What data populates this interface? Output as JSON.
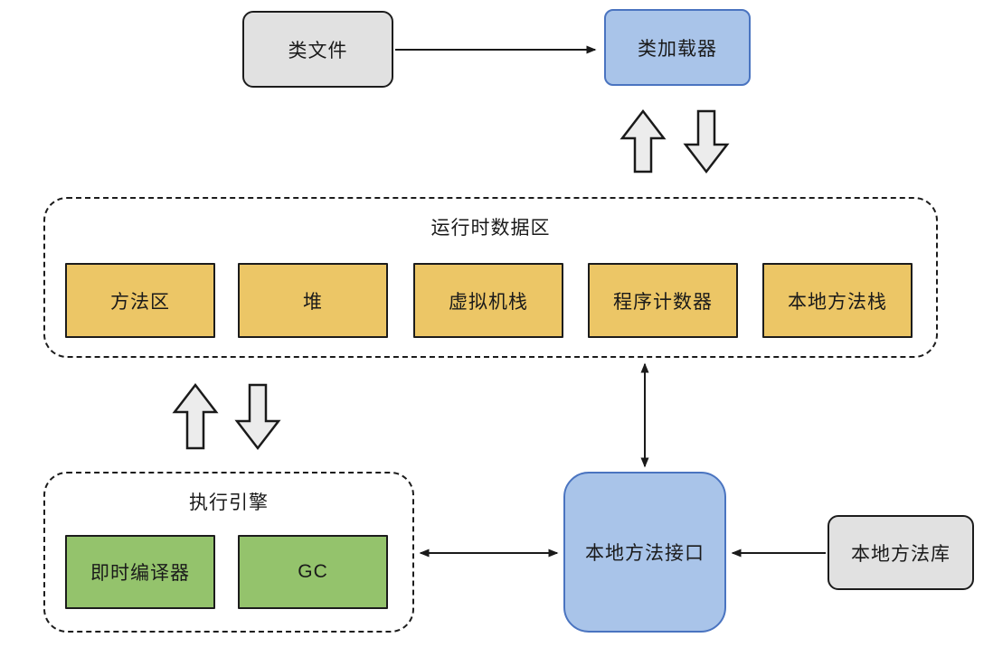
{
  "diagram": {
    "class_file": {
      "label": "类文件"
    },
    "class_loader": {
      "label": "类加载器"
    },
    "runtime_data_area": {
      "title": "运行时数据区",
      "boxes": [
        {
          "label": "方法区"
        },
        {
          "label": "堆"
        },
        {
          "label": "虚拟机栈"
        },
        {
          "label": "程序计数器"
        },
        {
          "label": "本地方法栈"
        }
      ]
    },
    "execution_engine": {
      "title": "执行引擎",
      "boxes": [
        {
          "label": "即时编译器"
        },
        {
          "label": "GC"
        }
      ]
    },
    "native_method_interface": {
      "label": "本地方法接口"
    },
    "native_method_library": {
      "label": "本地方法库"
    },
    "colors": {
      "gray_fill": "#e1e1e1",
      "blue_fill": "#a9c4e9",
      "blue_border": "#4a74c0",
      "yellow_fill": "#ecc666",
      "green_fill": "#94c36c",
      "arrow_fill": "#ececec",
      "line_color": "#1a1a1a"
    }
  }
}
